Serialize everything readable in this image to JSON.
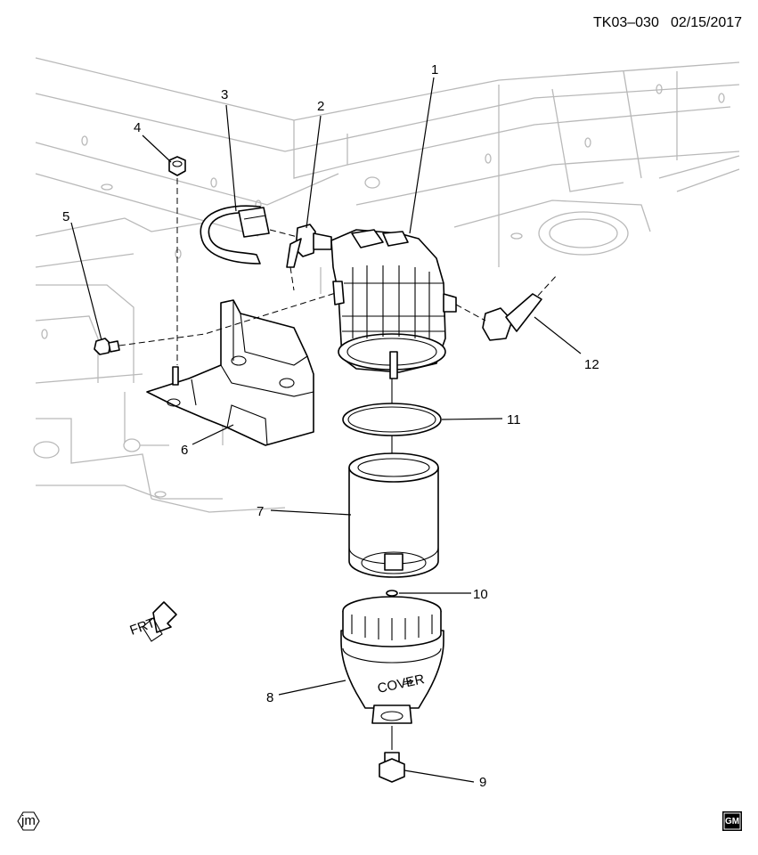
{
  "header": {
    "code": "TK03–030",
    "date": "02/15/2017"
  },
  "callouts": {
    "c1": "1",
    "c2": "2",
    "c3": "3",
    "c4": "4",
    "c5": "5",
    "c6": "6",
    "c7": "7",
    "c8": "8",
    "c9": "9",
    "c10": "10",
    "c11": "11",
    "c12": "12"
  },
  "direction_label": "FRT",
  "cap_text": {
    "cover": "COVER",
    "marker": "⇒"
  },
  "logos": {
    "left": "jm",
    "right": "GM"
  },
  "icons": [
    "front-arrow-icon",
    "jm-badge-icon",
    "gm-logo-icon"
  ]
}
